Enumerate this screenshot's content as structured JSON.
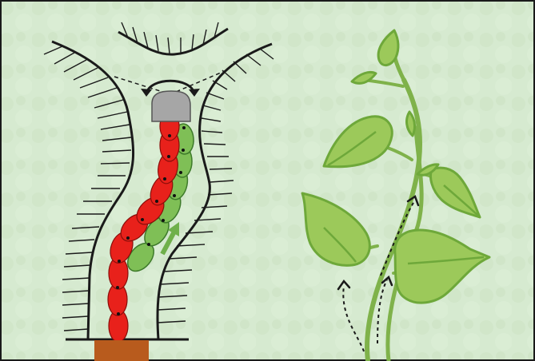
{
  "figure": {
    "panels": [
      {
        "id": "root-growth-panel",
        "depicts": "robot-body-growing-through-channel",
        "elements": [
          "channel-walls",
          "hatch-marks",
          "overhead-obstacle",
          "tip-cap",
          "red-body-chain",
          "green-body-chain",
          "growth-direction-arrow",
          "base-block",
          "steering-arc"
        ]
      },
      {
        "id": "vine-panel",
        "depicts": "climbing-vine-with-leaves",
        "elements": [
          "vine-stem",
          "leaves",
          "growth-direction-arrows"
        ]
      }
    ]
  },
  "colors": {
    "background": "#d4e9cb",
    "outline": "#1a1a1a",
    "red_body": "#e8211b",
    "green_body": "#7fbf56",
    "green_body_stroke": "#3d7a2a",
    "tip_cap": "#a6a6a6",
    "base_block": "#b85b1d",
    "leaf_fill": "#9cc95a",
    "leaf_stroke": "#6ea83a",
    "stem": "#7fb24a"
  },
  "icons": [
    "up-arrow-icon",
    "curved-arrow-icon"
  ]
}
